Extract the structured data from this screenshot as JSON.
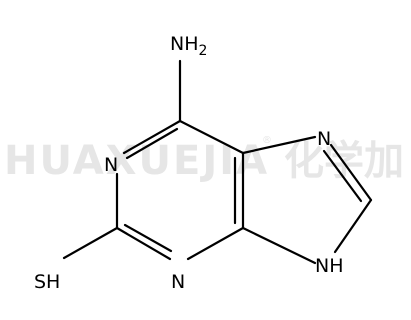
{
  "watermark": {
    "latin": "HUAXUEJIA",
    "registered": "®",
    "cjk": "化学加",
    "color": "#e6e6e6"
  },
  "molecule": {
    "atoms": {
      "nh2": {
        "symbol": "NH",
        "subscript": "2"
      },
      "n1": "N",
      "n3": "N",
      "n7": "N",
      "nh9": "NH",
      "sh": "SH"
    },
    "bond_color": "#000000"
  }
}
